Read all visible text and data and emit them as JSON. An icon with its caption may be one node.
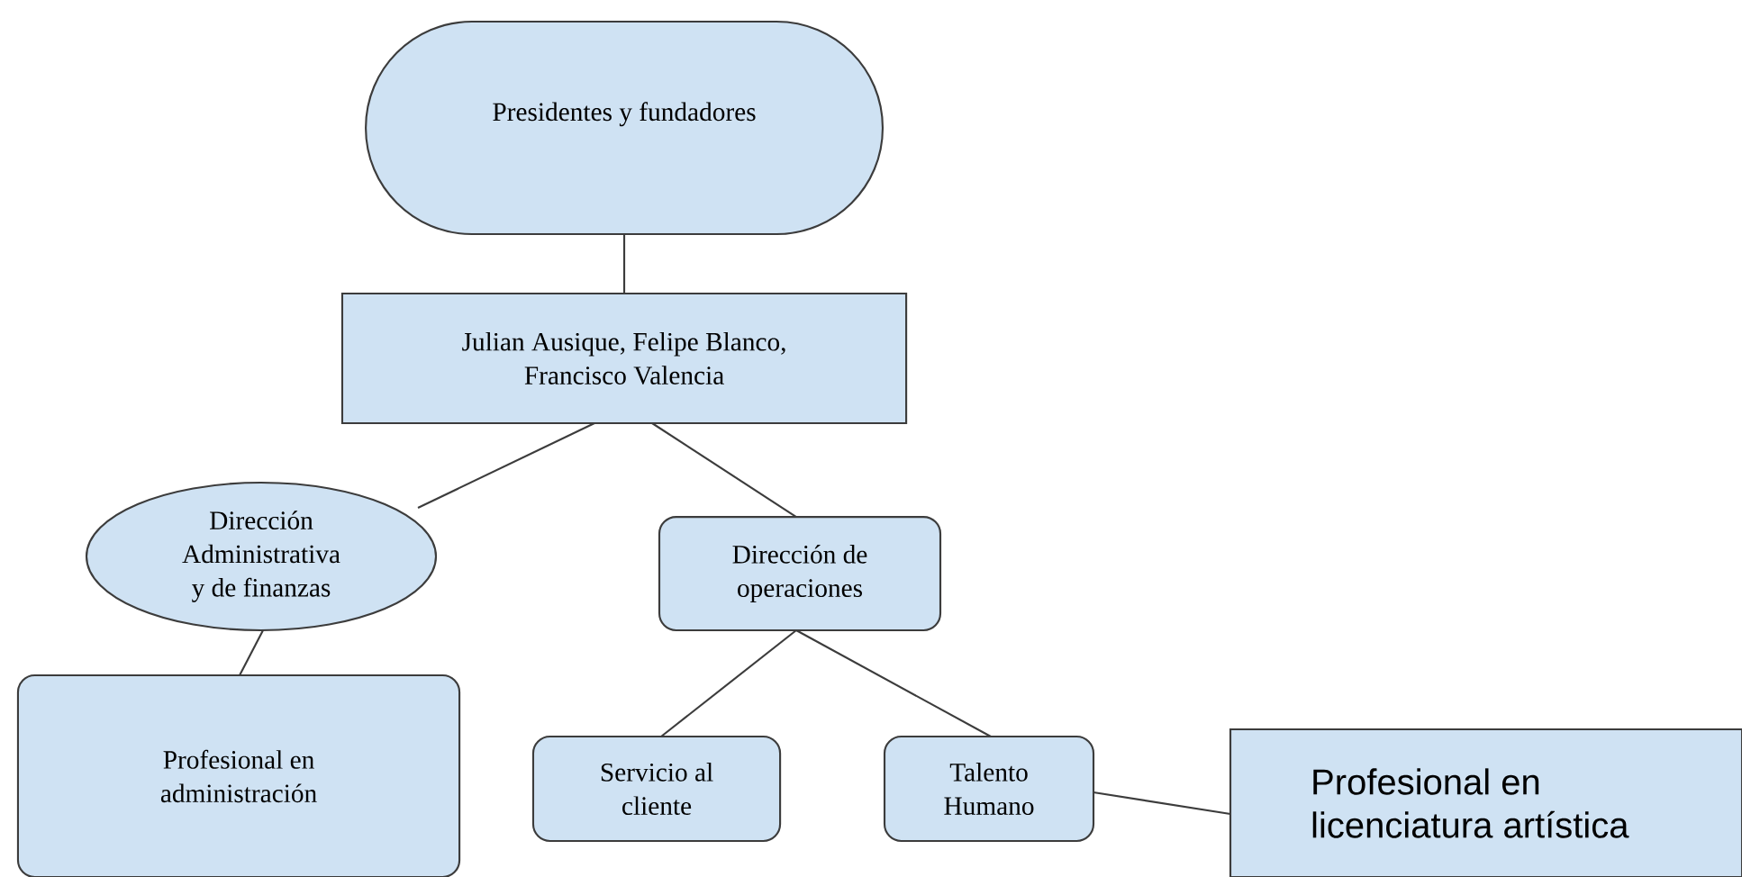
{
  "diagram": {
    "nodes": [
      {
        "text": [
          "Presidentes y fundadores"
        ]
      },
      {
        "text": [
          "Julian Ausique, Felipe Blanco, Francisco Valencia"
        ]
      },
      {
        "text": [
          "Dirección Administrativa y de finanzas"
        ]
      },
      {
        "text": [
          "Dirección de operaciones"
        ]
      },
      {
        "text": [
          "Profesional en administración"
        ]
      },
      {
        "text": [
          "Servicio al cliente"
        ]
      },
      {
        "text": [
          "Talento Humano"
        ]
      },
      {
        "text": [
          "Profesional en licenciatura artística"
        ]
      }
    ],
    "edges": [
      {
        "from": 0,
        "to": 1,
        "arrow": "none"
      },
      {
        "from": 1,
        "to": 2,
        "arrow": "none"
      },
      {
        "from": 1,
        "to": 3,
        "arrow": "none"
      },
      {
        "from": 2,
        "to": 4,
        "arrow": "none"
      },
      {
        "from": 3,
        "to": 5,
        "arrow": "none"
      },
      {
        "from": 3,
        "to": 6,
        "arrow": "none"
      },
      {
        "from": 6,
        "to": 7,
        "arrow": "none"
      }
    ]
  }
}
